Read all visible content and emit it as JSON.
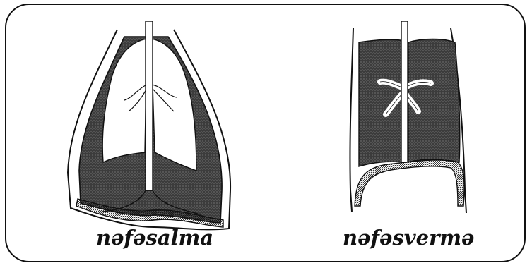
{
  "figures": [
    {
      "id": "inhalation",
      "caption": "nəfəsalma"
    },
    {
      "id": "exhalation",
      "caption": "nəfəsvermə"
    }
  ],
  "colors": {
    "ink": "#111111",
    "background": "#ffffff",
    "stipple": "#555555"
  }
}
